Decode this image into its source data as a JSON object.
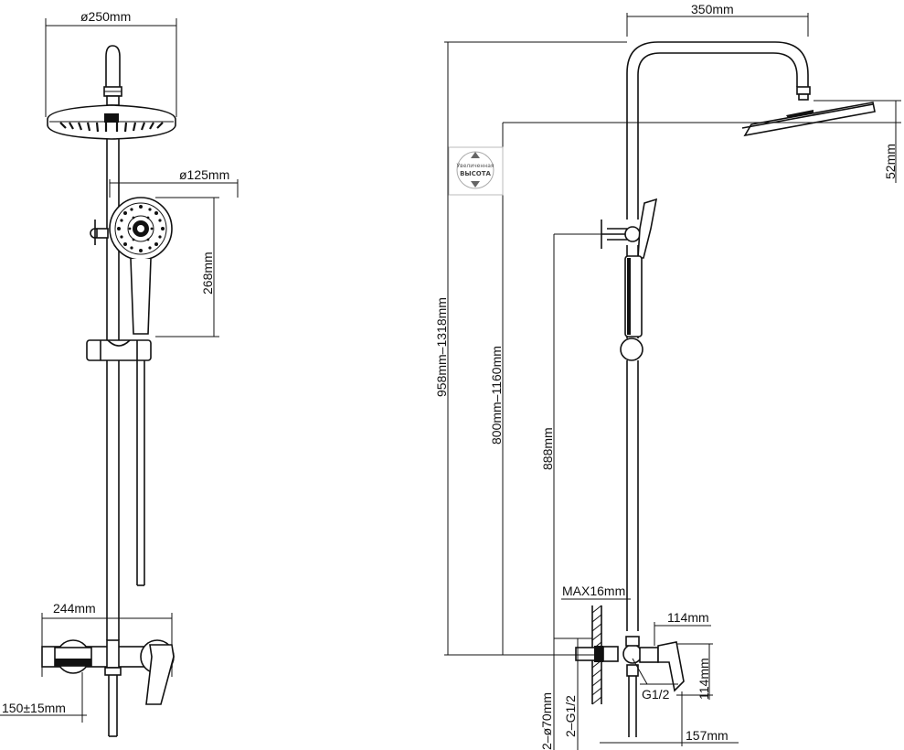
{
  "dimensions": {
    "head_diameter": "ø250mm",
    "hand_diameter": "ø125mm",
    "hand_height": "268mm",
    "mixer_width": "244mm",
    "inlet_spacing": "150±15mm",
    "arm_reach": "350mm",
    "head_thickness": "52mm",
    "total_height": "958mm–1318mm",
    "head_height": "800mm–1160mm",
    "holder_height": "888mm",
    "wall_max": "MAX16mm",
    "mixer_depth": "114mm",
    "mixer_height": "114mm",
    "thread_right": "G1/2",
    "flange": "2–ø70mm",
    "thread_left": "2–G1/2",
    "outlet_depth": "157mm"
  },
  "badge": {
    "top_text": "Увеличенная",
    "main_text": "ВЫСОТА"
  }
}
